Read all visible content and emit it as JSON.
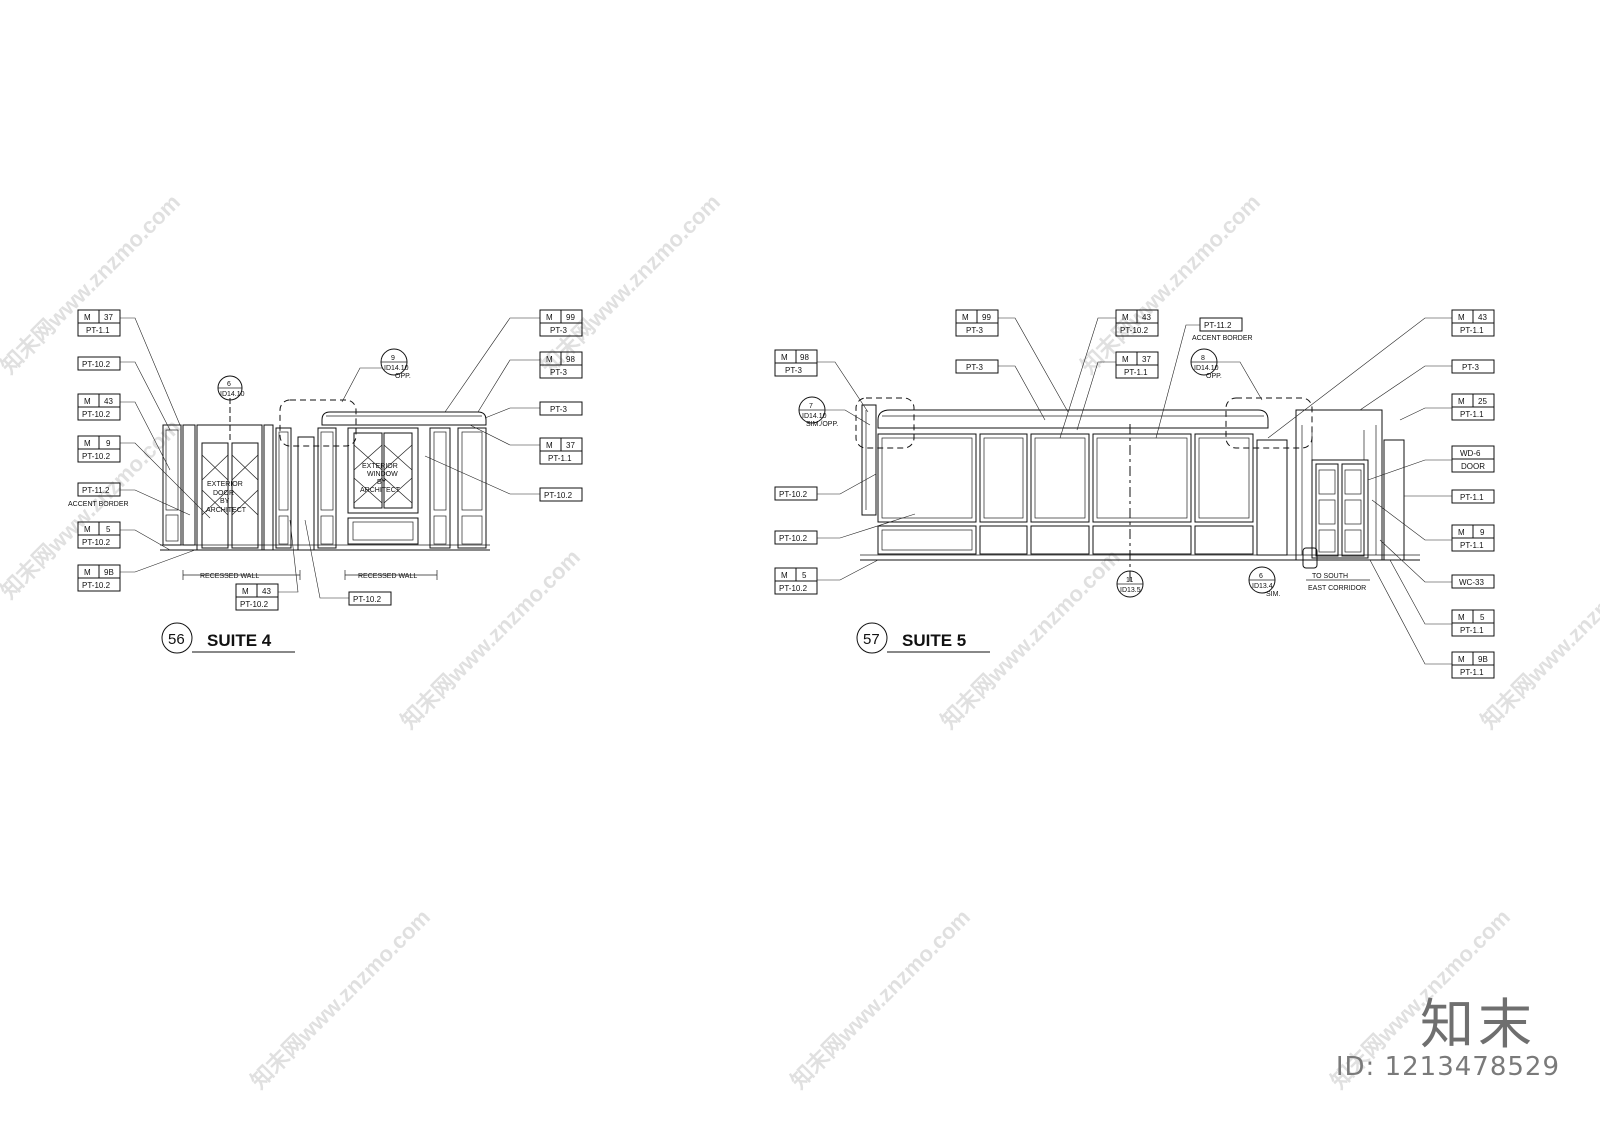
{
  "drawings": [
    {
      "number": "56",
      "title": "SUITE 4",
      "tags": [
        {
          "top": "M",
          "num": "37",
          "bottom": "PT-1.1"
        },
        {
          "top": "M",
          "num": "43",
          "bottom": "PT-10.2"
        },
        {
          "top": "M",
          "num": "9",
          "bottom": "PT-10.2"
        },
        {
          "top": "M",
          "num": "5",
          "bottom": "PT-10.2"
        },
        {
          "top": "M",
          "num": "9B",
          "bottom": "PT-10.2"
        },
        {
          "top": "M",
          "num": "43",
          "bottom": "PT-10.2"
        },
        {
          "top": "M",
          "num": "99",
          "bottom": "PT-3"
        },
        {
          "top": "M",
          "num": "98",
          "bottom": "PT-3"
        },
        {
          "top": "M",
          "num": "37",
          "bottom": "PT-1.1"
        }
      ],
      "single_tags": [
        "PT-10.2",
        "PT-11.2",
        "PT-10.2",
        "PT-3",
        "PT-10.2"
      ],
      "notes": [
        "ACCENT BORDER",
        "RECESSED WALL",
        "RECESSED WALL"
      ],
      "callouts": [
        {
          "num": "6",
          "ref": "ID14.10",
          "sub": ""
        },
        {
          "num": "9",
          "ref": "ID14.10",
          "sub": "OPP."
        }
      ],
      "opening_labels": [
        {
          "lines": [
            "EXTERIOR",
            "DOOR",
            "BY",
            "ARCHITECT"
          ]
        },
        {
          "lines": [
            "EXTERIOR",
            "WINDOW",
            "BY",
            "ARCHITECT"
          ]
        }
      ]
    },
    {
      "number": "57",
      "title": "SUITE 5",
      "tags": [
        {
          "top": "M",
          "num": "98",
          "bottom": "PT-3"
        },
        {
          "top": "M",
          "num": "5",
          "bottom": "PT-10.2"
        },
        {
          "top": "M",
          "num": "99",
          "bottom": "PT-3"
        },
        {
          "top": "M",
          "num": "43",
          "bottom": "PT-10.2"
        },
        {
          "top": "M",
          "num": "37",
          "bottom": "PT-1.1"
        },
        {
          "top": "M",
          "num": "43",
          "bottom": "PT-1.1"
        },
        {
          "top": "M",
          "num": "25",
          "bottom": "PT-1.1"
        },
        {
          "top": "M",
          "num": "9",
          "bottom": "PT-1.1"
        },
        {
          "top": "M",
          "num": "5",
          "bottom": "PT-1.1"
        },
        {
          "top": "M",
          "num": "9B",
          "bottom": "PT-1.1"
        }
      ],
      "single_tags": [
        "PT-10.2",
        "PT-10.2",
        "PT-3",
        "PT-11.2",
        "PT-3",
        "PT-1.1",
        "WC-33"
      ],
      "two_line_tags": [
        {
          "top": "WD-6",
          "bottom": "DOOR"
        }
      ],
      "notes": [
        "ACCENT BORDER",
        "TO SOUTH",
        "EAST CORRIDOR"
      ],
      "callouts": [
        {
          "num": "7",
          "ref": "ID14.10",
          "sub": "SIM./OPP."
        },
        {
          "num": "8",
          "ref": "ID14.10",
          "sub": "OPP."
        },
        {
          "num": "11",
          "ref": "ID13.5",
          "sub": ""
        },
        {
          "num": "6",
          "ref": "ID13.4",
          "sub": "SIM."
        }
      ]
    }
  ],
  "watermark": {
    "text": "知末网www.znzmo.com",
    "brand": "知末",
    "id": "ID: 1213478529"
  }
}
